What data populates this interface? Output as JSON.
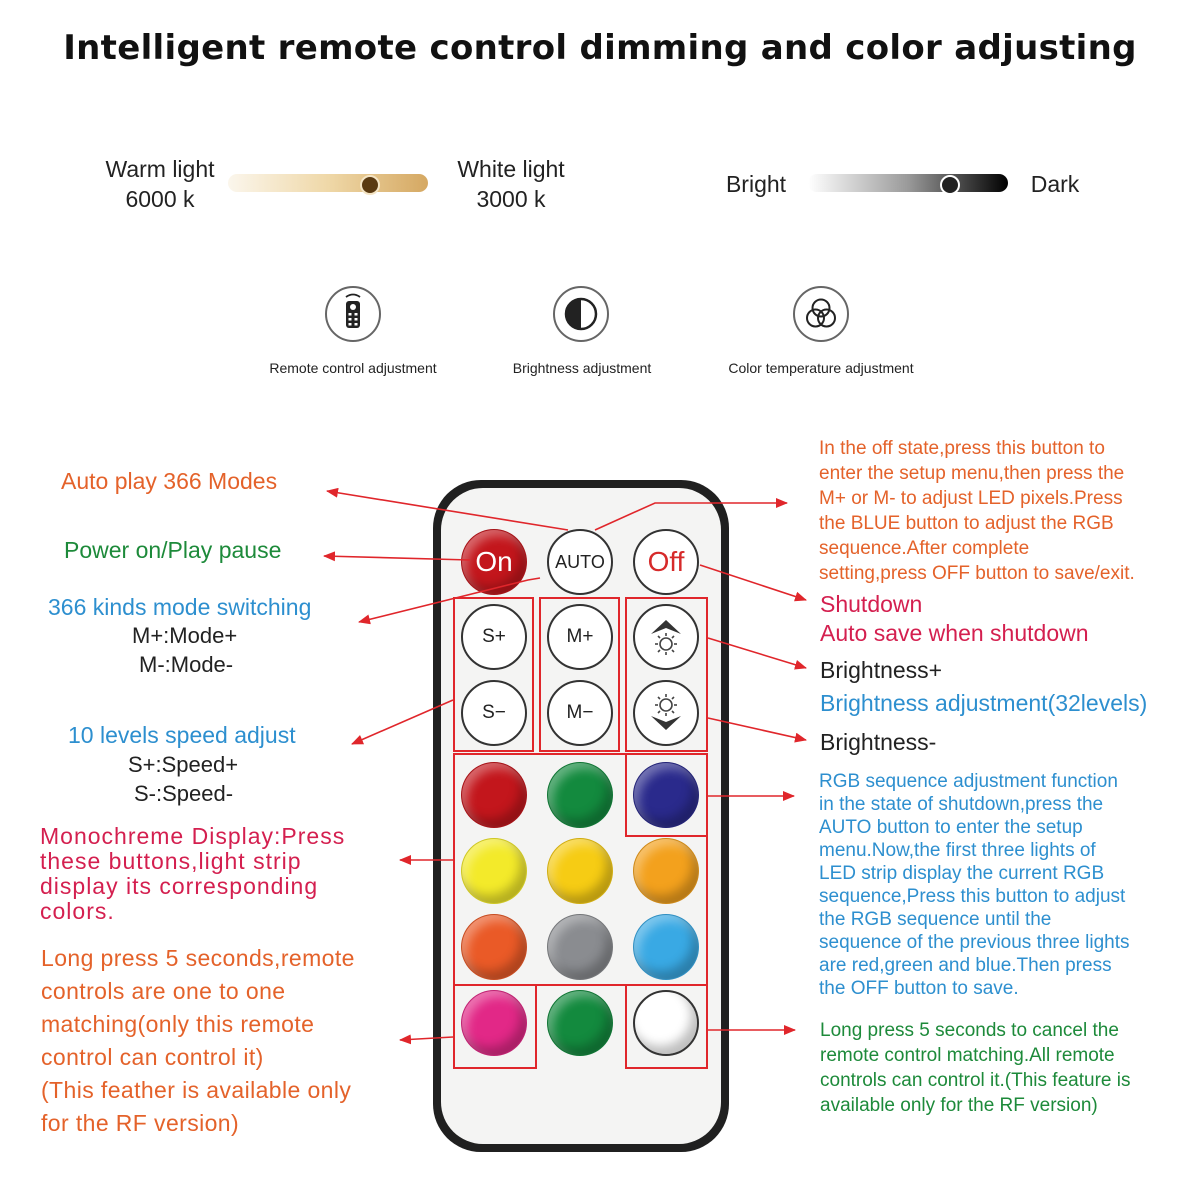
{
  "title": "Intelligent remote control dimming and color adjusting",
  "sliders": {
    "warm_label": "Warm light",
    "warm_value": "6000 k",
    "white_label": "White light",
    "white_value": "3000 k",
    "bright_label": "Bright",
    "dark_label": "Dark"
  },
  "features": [
    {
      "label": "Remote control adjustment",
      "icon": "remote-icon"
    },
    {
      "label": "Brightness adjustment",
      "icon": "half-circle-icon"
    },
    {
      "label": "Color temperature adjustment",
      "icon": "three-circles-icon"
    }
  ],
  "remote": {
    "on": "On",
    "auto": "AUTO",
    "off": "Off",
    "s_plus": "S+",
    "s_minus": "S−",
    "m_plus": "M+",
    "m_minus": "M−",
    "colors": [
      "#c3161c",
      "#138a3e",
      "#2a2a8c",
      "#f3ea2a",
      "#f6cc14",
      "#f3a11d",
      "#ea5a27",
      "#8a8c90",
      "#39a9e4",
      "#e22887",
      "#138a3e",
      "#ffffff"
    ]
  },
  "left_notes": {
    "auto_play": "Auto play 366 Modes",
    "power": "Power on/Play pause",
    "mode_switch": "366 kinds mode switching",
    "mode_plus": "M+:Mode+",
    "mode_minus": "M-:Mode-",
    "speed": "10 levels speed adjust",
    "speed_plus": "S+:Speed+",
    "speed_minus": "S-:Speed-",
    "mono_1": "Monochreme Display:Press",
    "mono_2": "these buttons,light strip",
    "mono_3": "display its corresponding",
    "mono_4": "colors.",
    "long_1": "Long press 5 seconds,remote",
    "long_2": "controls are one to one",
    "long_3": "matching(only this remote",
    "long_4": "control can control it)",
    "long_5": "(This feather is available only",
    "long_6": "for the RF version)"
  },
  "right_notes": {
    "setup_1": "In the off state,press this button to",
    "setup_2": "enter the setup menu,then press the",
    "setup_3": "M+ or M- to adjust LED pixels.Press",
    "setup_4": "the BLUE button to adjust the RGB",
    "setup_5": "sequence.After complete",
    "setup_6": "setting,press OFF button to save/exit.",
    "shutdown": "Shutdown",
    "autosave": "Auto save when shutdown",
    "bright_plus": "Brightness+",
    "bright_adj": "Brightness adjustment(32levels)",
    "bright_minus": "Brightness-",
    "rgb_1": "RGB sequence adjustment function",
    "rgb_2": "in the state of shutdown,press the",
    "rgb_3": "AUTO button to enter the setup",
    "rgb_4": "menu.Now,the first three lights of",
    "rgb_5": "LED strip display the current RGB",
    "rgb_6": "sequence,Press this button to adjust",
    "rgb_7": "the RGB sequence until the",
    "rgb_8": "sequence of the previous three lights",
    "rgb_9": "are red,green and blue.Then press",
    "rgb_10": "the OFF button to save.",
    "cancel_1": "Long press 5 seconds to cancel the",
    "cancel_2": "remote control matching.All remote",
    "cancel_3": "controls can control it.(This feature is",
    "cancel_4": "available only for the RF version)"
  }
}
